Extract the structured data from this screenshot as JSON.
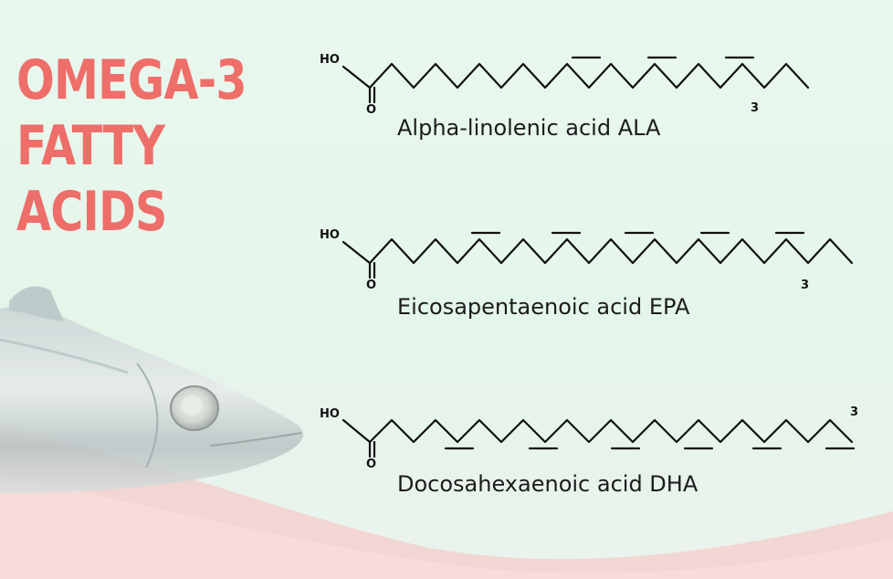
{
  "title": {
    "line1": "OMEGA-3",
    "line2": "FATTY",
    "line3": "ACIDS"
  },
  "molecules": [
    {
      "id": "ala",
      "name": "Alpha-linolenic acid ALA",
      "hydroxyl": "HO",
      "carbonyl": "O",
      "omega_label": "3"
    },
    {
      "id": "epa",
      "name": "Eicosapentaenoic acid EPA",
      "hydroxyl": "HO",
      "carbonyl": "O",
      "omega_label": "3"
    },
    {
      "id": "dha",
      "name": "Docosahexaenoic acid DHA",
      "hydroxyl": "HO",
      "carbonyl": "O",
      "omega_label": "3"
    }
  ],
  "colors": {
    "title": "#ee6e6a",
    "background": "#e7f6ec",
    "bottom_wave": "#f4cfcd",
    "bond": "#111111"
  },
  "decor": {
    "fish_image": "mackerel-head"
  }
}
